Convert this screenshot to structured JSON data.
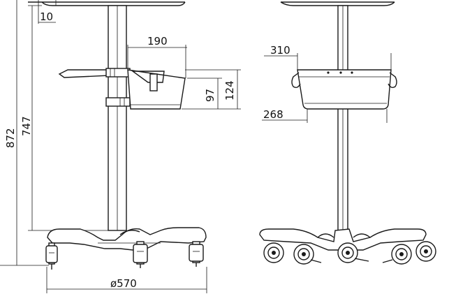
{
  "dimensions": {
    "top_gap": "10",
    "tray_width": "190",
    "basket_depth_inner": "97",
    "basket_depth_outer": "124",
    "height_to_tray": "747",
    "total_height": "872",
    "base_diameter": "ø570",
    "basket_top_width": "310",
    "basket_bottom_width": "268"
  }
}
